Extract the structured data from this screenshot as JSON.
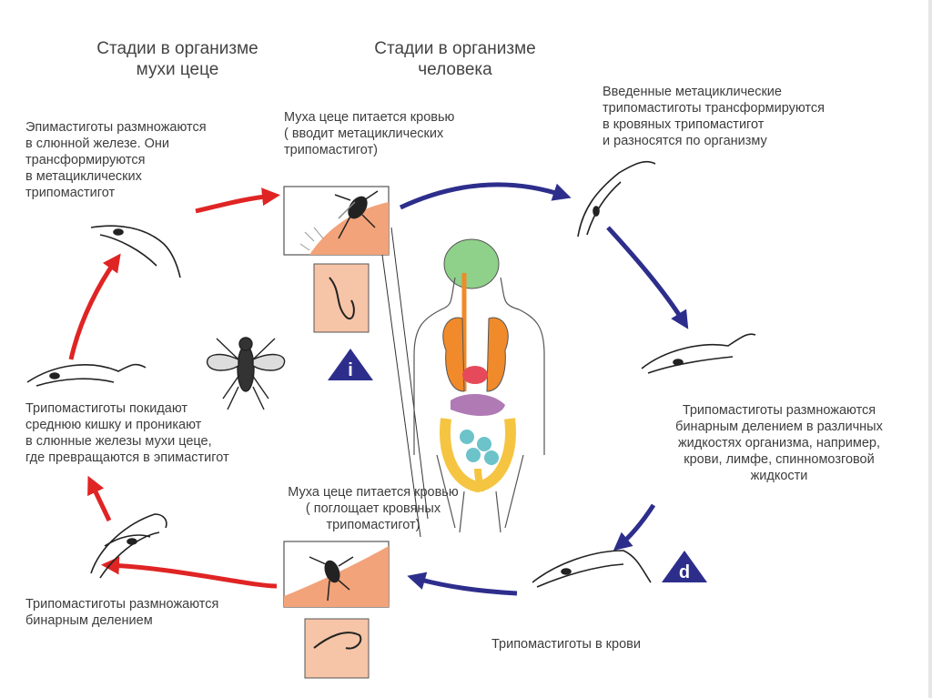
{
  "headers": {
    "fly": "Стадии в организме\nмухи цеце",
    "human": "Стадии в организме\nчеловека"
  },
  "labels": {
    "epimastigotes": "Эпимастиготы размножаются\nв слюнной железе. Они\nтрансформируются\nв метациклических\nтрипомастигот",
    "fly_feeds_1": "Муха цеце питается кровью\n( вводит метациклических\nтрипомастигот)",
    "injected": "Введенные метациклические\nтрипомастиготы трансформируются\nв кровяных трипомастигот\nи разносятся по организму",
    "leave_gut": "Трипомастиготы покидают\nсреднюю кишку и проникают\nв слюнные железы мухи цеце,\nгде превращаются в эпимастигот",
    "binary_body": "Трипомастиготы размножаются\nбинарным делением в различных\nжидкостях организма, например,\nкрови, лимфе, спинномозговой\nжидкости",
    "fly_feeds_2": "Муха цеце питается кровью\n( поглощает кровяных\nтрипомастигот)",
    "binary_fly": "Трипомастиготы размножаются\nбинарным делением",
    "in_blood": "Трипомастиготы в крови"
  },
  "markers": {
    "infective": "i",
    "diagnostic": "d"
  },
  "colors": {
    "fly_cycle_arrow": "#e02424",
    "human_cycle_arrow": "#2d2e8c",
    "marker_fill": "#2d2e8c",
    "skin": "#f2a37a",
    "brain": "#8fd08a",
    "lungs": "#f08a2a",
    "intestine": "#f5c542",
    "small_intestine": "#6cc3c9"
  }
}
